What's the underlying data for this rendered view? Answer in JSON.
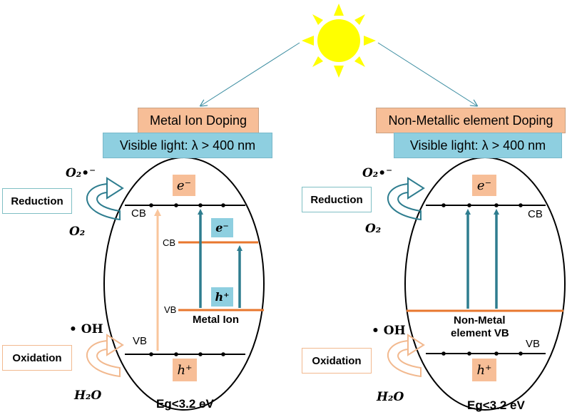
{
  "left": {
    "title": "Metal Ion Doping",
    "light": "Visible light: λ > 400 nm",
    "reduction_label": "Reduction",
    "oxidation_label": "Oxidation",
    "o2_radical": "O₂•⁻",
    "o2": "O₂",
    "oh_radical": "• OH",
    "h2o": "H₂O",
    "cb_label": "CB",
    "vb_label": "VB",
    "metal_cb_label": "CB",
    "metal_vb_label": "VB",
    "electron": "e⁻",
    "electron_metal": "e⁻",
    "hole": "h⁺",
    "hole_metal": "h⁺",
    "metal_ion_label": "Metal Ion",
    "eg_label": "Eg<3.2 eV"
  },
  "right": {
    "title": "Non-Metallic element Doping",
    "light": "Visible light: λ > 400 nm",
    "reduction_label": "Reduction",
    "oxidation_label": "Oxidation",
    "o2_radical": "O₂•⁻",
    "o2": "O₂",
    "oh_radical": "• OH",
    "h2o": "H₂O",
    "cb_label": "CB",
    "vb_label": "VB",
    "electron": "e⁻",
    "hole": "h⁺",
    "nonmetal_vb_label_1": "Non-Metal",
    "nonmetal_vb_label_2": "element VB",
    "eg_label": "Eg<3.2 eV"
  },
  "colors": {
    "sun": "#ffff00",
    "orange_box": "#f7be97",
    "blue_box": "#8ecfe0",
    "teal_arrow": "#2e7d8f",
    "orange_line": "#e8772e",
    "peach_arrow": "#f9c59c"
  }
}
